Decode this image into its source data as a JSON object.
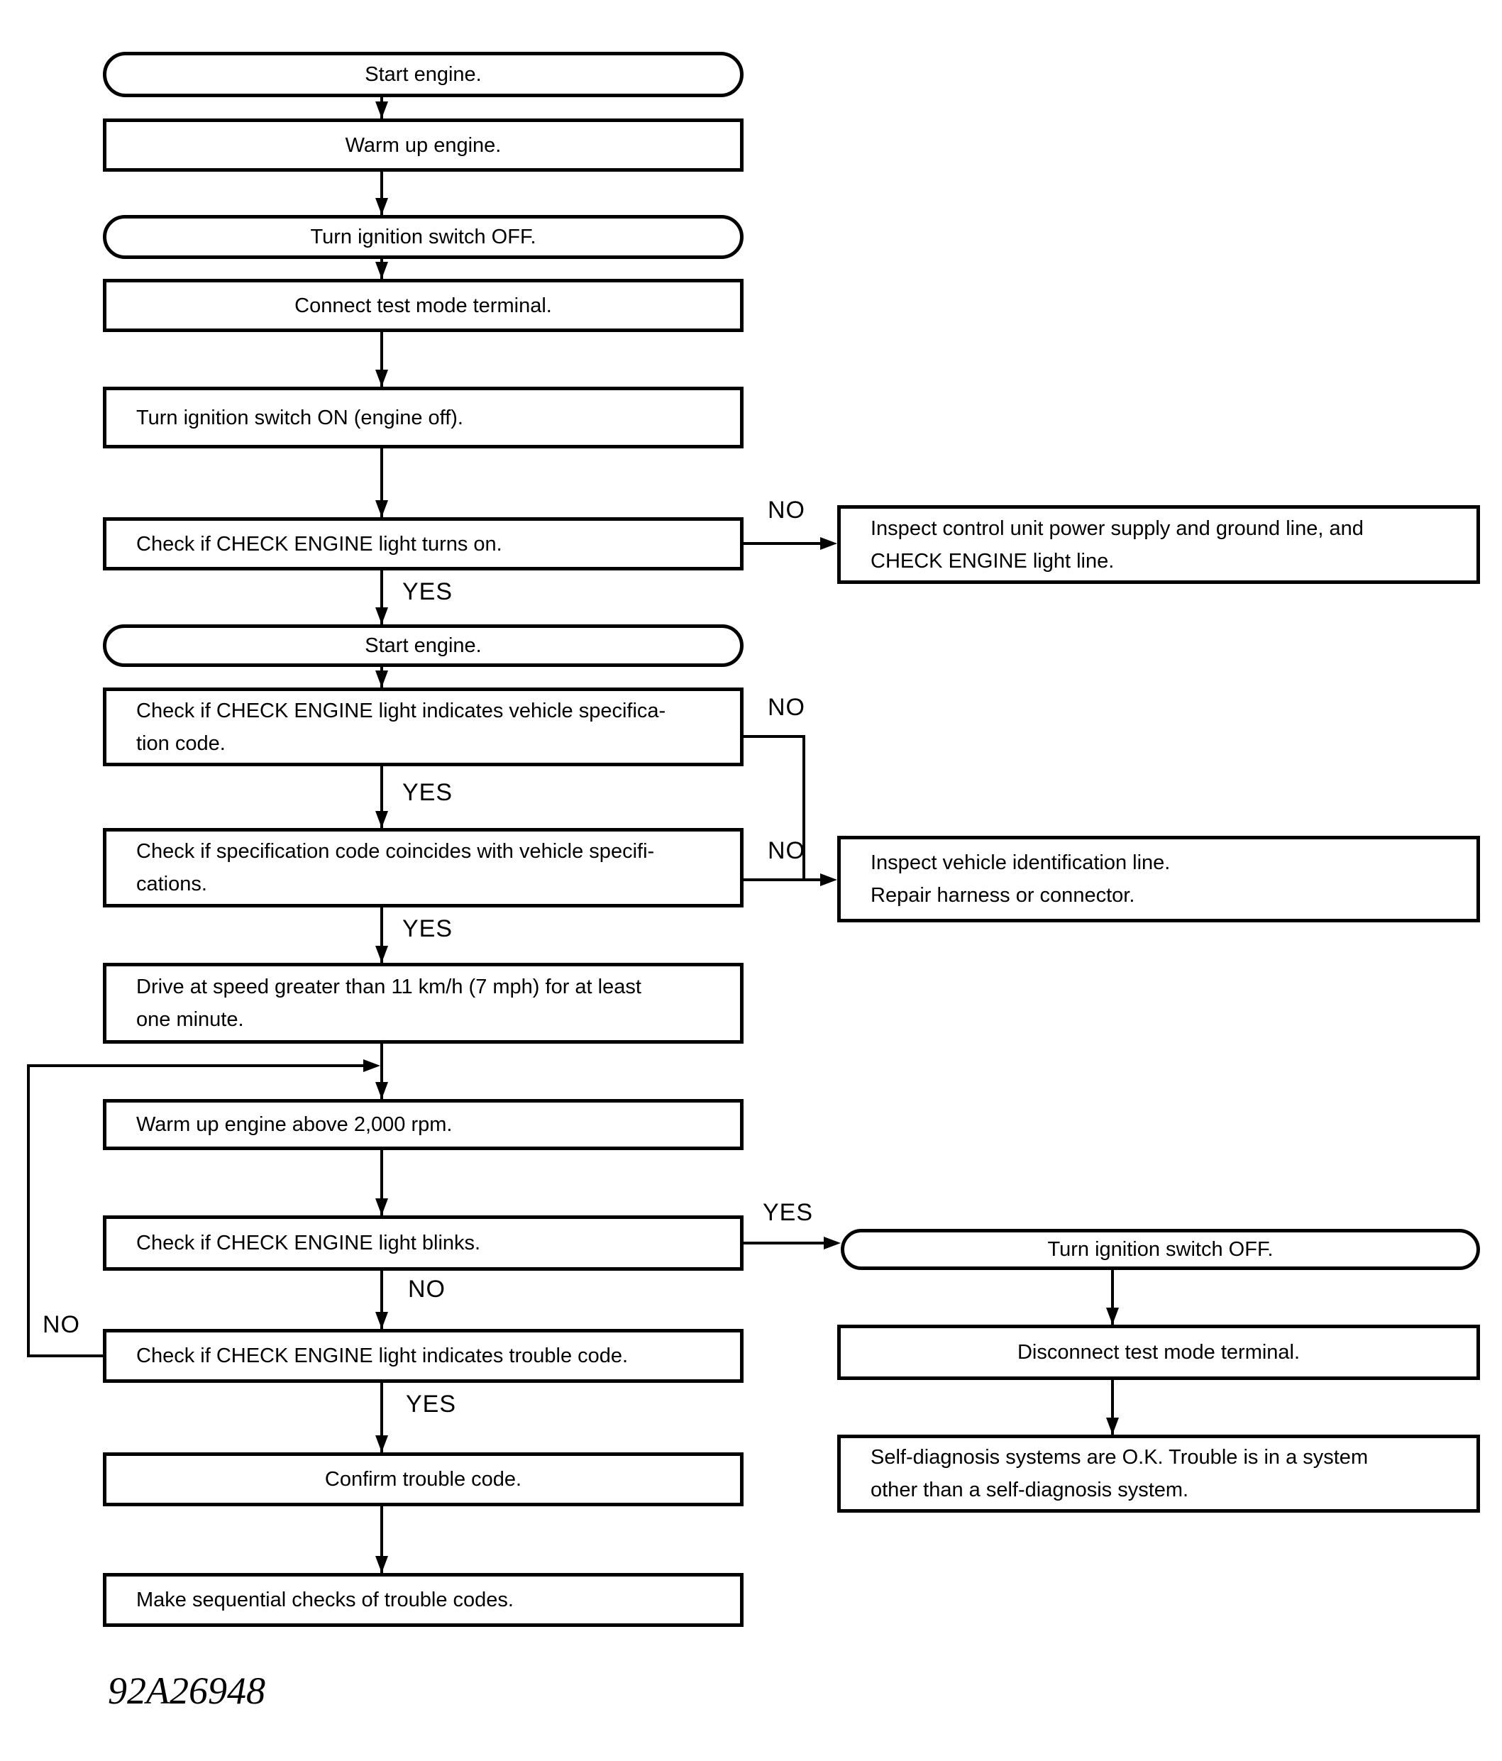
{
  "figure_code": "92A26948",
  "flowchart": {
    "labels": {
      "yes": "YES",
      "no": "NO"
    },
    "nodes": [
      {
        "id": "start-engine-1",
        "shape": "stadium",
        "lines": [
          "Start engine."
        ]
      },
      {
        "id": "warm-up-engine",
        "shape": "process",
        "lines": [
          "Warm up engine."
        ]
      },
      {
        "id": "turn-ignition-off-1",
        "shape": "stadium",
        "lines": [
          "Turn ignition switch OFF."
        ]
      },
      {
        "id": "connect-test-mode-terminal",
        "shape": "process",
        "lines": [
          "Connect test mode terminal."
        ]
      },
      {
        "id": "turn-ignition-on",
        "shape": "process",
        "lines": [
          "Turn ignition switch ON (engine off)."
        ]
      },
      {
        "id": "check-light-turns-on",
        "shape": "decision",
        "lines": [
          "Check if CHECK ENGINE light turns on."
        ]
      },
      {
        "id": "start-engine-2",
        "shape": "stadium",
        "lines": [
          "Start engine."
        ]
      },
      {
        "id": "check-spec-code-indicated",
        "shape": "decision",
        "lines": [
          "Check if CHECK ENGINE light indicates vehicle specifica-",
          "tion code."
        ]
      },
      {
        "id": "check-spec-code-coincides",
        "shape": "decision",
        "lines": [
          "Check if specification code coincides with vehicle specifi-",
          "cations."
        ]
      },
      {
        "id": "drive-at-speed",
        "shape": "process",
        "lines": [
          "Drive at speed greater than 11 km/h (7 mph) for at least",
          "one minute."
        ]
      },
      {
        "id": "warm-up-above-2000",
        "shape": "process",
        "lines": [
          "Warm up engine above 2,000 rpm."
        ]
      },
      {
        "id": "check-light-blinks",
        "shape": "decision",
        "lines": [
          "Check if CHECK ENGINE light blinks."
        ]
      },
      {
        "id": "check-trouble-code",
        "shape": "decision",
        "lines": [
          "Check if CHECK ENGINE light indicates trouble code."
        ]
      },
      {
        "id": "confirm-trouble-code",
        "shape": "process",
        "lines": [
          "Confirm trouble code."
        ]
      },
      {
        "id": "sequential-checks",
        "shape": "process",
        "lines": [
          "Make sequential checks of trouble codes."
        ]
      },
      {
        "id": "inspect-control-unit",
        "shape": "process",
        "lines": [
          "Inspect control unit power supply and ground line, and",
          "CHECK ENGINE light line."
        ]
      },
      {
        "id": "inspect-vehicle-id-line",
        "shape": "process",
        "lines": [
          "Inspect vehicle identification line.",
          "Repair harness or connector."
        ]
      },
      {
        "id": "turn-ignition-off-2",
        "shape": "stadium",
        "lines": [
          "Turn ignition switch OFF."
        ]
      },
      {
        "id": "disconnect-test-mode-terminal",
        "shape": "process",
        "lines": [
          "Disconnect test mode terminal."
        ]
      },
      {
        "id": "self-diagnosis-ok",
        "shape": "process",
        "lines": [
          "Self-diagnosis systems are O.K. Trouble is in a system",
          "other than a self-diagnosis system."
        ]
      }
    ]
  }
}
